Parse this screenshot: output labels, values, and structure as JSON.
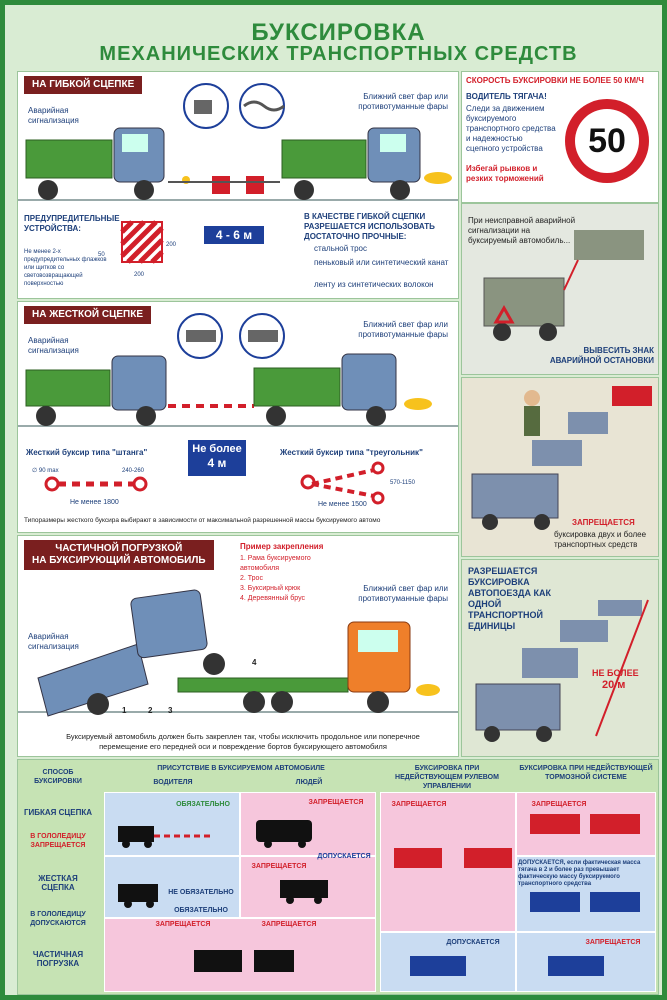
{
  "title": {
    "line1": "БУКСИРОВКА",
    "line2": "МЕХАНИЧЕСКИХ ТРАНСПОРТНЫХ СРЕДСТВ"
  },
  "flexible": {
    "tag": "НА ГИБКОЙ СЦЕПКЕ",
    "hazard": "Аварийная сигнализация",
    "headlights": "Ближний свет фар или противотуманные фары",
    "warn_title": "ПРЕДУПРЕДИТЕЛЬНЫЕ УСТРОЙСТВА:",
    "warn_note": "Не менее 2-х предупредительных флажков или щитков со световозвращающей поверхностью",
    "dim_200a": "200",
    "dim_200b": "200",
    "dim_50": "50",
    "distance": "4 - 6 м",
    "allowed_title": "В КАЧЕСТВЕ ГИБКОЙ СЦЕПКИ РАЗРЕШАЕТСЯ ИСПОЛЬЗОВАТЬ ДОСТАТОЧНО ПРОЧНЫЕ:",
    "allowed_items": [
      "стальной трос",
      "пеньковый или синтетический канат",
      "ленту из синтетических волокон"
    ]
  },
  "speed": {
    "limit_text": "СКОРОСТЬ БУКСИРОВКИ НЕ БОЛЕЕ 50 КМ/Ч",
    "driver_title": "ВОДИТЕЛЬ ТЯГАЧА!",
    "driver_text": "Следи за движением буксируемого транспортного средства и надежностью сцепного устройства",
    "avoid": "Избегай рывков и резких торможений",
    "sign_value": "50"
  },
  "rigid": {
    "tag": "НА ЖЕСТКОЙ СЦЕПКЕ",
    "hazard": "Аварийная сигнализация",
    "headlights": "Ближний свет фар или противотуманные фары",
    "distance_line1": "Не более",
    "distance_line2": "4 м",
    "bar_type1": "Жесткий буксир типа \"штанга\"",
    "bar_type2": "Жесткий буксир типа \"треугольник\"",
    "diam": "∅ 90 max",
    "size1": "240-260",
    "len1": "Не менее 1800",
    "size2": "570-1150",
    "len2": "Не менее 1500",
    "note": "Типоразмеры жесткого буксира выбирают в зависимости от максимальной разрешенной массы буксируемого автомо"
  },
  "side": {
    "fault_text": "При неисправной аварийной сигнализации на буксируемый автомобиль...",
    "sign_text": "ВЫВЕСИТЬ ЗНАК АВАРИЙНОЙ ОСТАНОВКИ",
    "forbidden_title": "ЗАПРЕЩАЕТСЯ",
    "forbidden_text": "буксировка двух и более транспортных средств",
    "allowed_title": "РАЗРЕШАЕТСЯ БУКСИРОВКА АВТОПОЕЗДА КАК ОДНОЙ ТРАНСПОРТНОЙ ЕДИНИЦЫ",
    "max_line1": "НЕ БОЛЕЕ",
    "max_line2": "20 м"
  },
  "partial": {
    "tag_line1": "ЧАСТИЧНОЙ ПОГРУЗКОЙ",
    "tag_line2": "НА БУКСИРУЮЩИЙ АВТОМОБИЛЬ",
    "example_title": "Пример закрепления",
    "example_items": [
      "1. Рама буксируемого автомобиля",
      "2. Трос",
      "3. Буксирный крюк",
      "4. Деревянный брус"
    ],
    "hazard": "Аварийная сигнализация",
    "headlights": "Ближний свет фар или противотуманные фары",
    "n1": "1",
    "n2": "2",
    "n3": "3",
    "n4": "4",
    "note": "Буксируемый автомобиль должен быть закреплен так, чтобы исключить продольное или поперечное перемещение его передней оси и повреждение бортов буксирующего автомобиля"
  },
  "table": {
    "h_method": "СПОСОБ БУКСИРОВКИ",
    "h_presence": "ПРИСУТСТВИЕ В БУКСИРУЕМОМ АВТОМОБИЛЕ",
    "h_driver": "ВОДИТЕЛЯ",
    "h_people": "ЛЮДЕЙ",
    "h_steer": "БУКСИРОВКА ПРИ НЕДЕЙСТВУЮЩЕМ РУЛЕВОМ УПРАВЛЕНИИ",
    "h_brake": "БУКСИРОВКА ПРИ НЕДЕЙСТВУЮЩЕЙ ТОРМОЗНОЙ СИСТЕМЕ",
    "r1": "ГИБКАЯ СЦЕПКА",
    "r1_note": "В ГОЛОЛЕДИЦУ ЗАПРЕЩАЕТСЯ",
    "r2": "ЖЕСТКАЯ СЦЕПКА",
    "r2_note": "В ГОЛОЛЕДИЦУ ДОПУСКАЮТСЯ",
    "r3": "ЧАСТИЧНАЯ ПОГРУЗКА",
    "c_obligatory": "ОБЯЗАТЕЛЬНО",
    "c_forbidden_1": "ЗАПРЕЩАЕТСЯ",
    "c_forbidden_2": "ЗАПРЕЩАЕТСЯ",
    "c_forbidden_3": "ЗАПРЕЩАЕТСЯ",
    "c_forbidden_4": "ЗАПРЕЩАЕТСЯ",
    "c_allowed_1": "ДОПУСКАЕТСЯ",
    "c_not_obl": "НЕ ОБЯЗАТЕЛЬНО",
    "c_obl2": "ОБЯЗАТЕЛЬНО",
    "c_allowed_long": "ДОПУСКАЕТСЯ, если фактическая масса тягача в 2 и более раз превышает фактическую массу буксируемого транспортного средства",
    "c_forb_p1": "ЗАПРЕЩАЕТСЯ",
    "c_forb_p2": "ЗАПРЕЩАЕТСЯ",
    "c_allowed_p": "ДОПУСКАЕТСЯ",
    "c_forb_p3": "ЗАПРЕЩАЕТСЯ"
  },
  "colors": {
    "green": "#2e8b3c",
    "blue": "#1d3f7a",
    "red": "#d21f2a",
    "pink": "#f6c6dc",
    "lightblue": "#c9dcf2"
  }
}
